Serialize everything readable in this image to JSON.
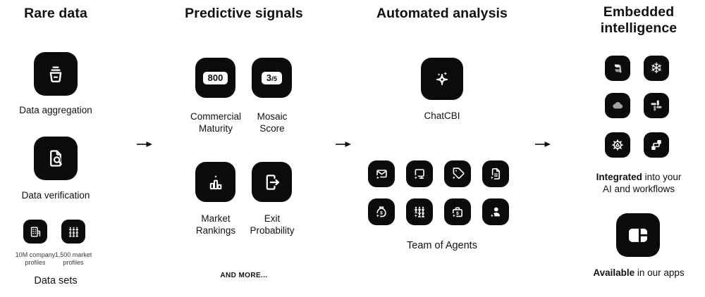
{
  "columns": {
    "rare_data": {
      "title": "Rare data",
      "items": [
        {
          "icon": "data-aggregation-bin-icon",
          "label": "Data aggregation"
        },
        {
          "icon": "data-verification-doc-search-icon",
          "label": "Data verification"
        }
      ],
      "profiles": [
        {
          "icon": "company-building-icon",
          "label": "10M company profiles"
        },
        {
          "icon": "market-people-grid-icon",
          "label": "1,500 market profiles"
        }
      ],
      "datasets_label": "Data sets"
    },
    "predictive_signals": {
      "title": "Predictive signals",
      "signals": [
        {
          "icon": "score-badge",
          "badge_main": "800",
          "badge_sub": "",
          "label": "Commercial Maturity"
        },
        {
          "icon": "score-badge",
          "badge_main": "3",
          "badge_sub": "/5",
          "label": "Mosaic Score"
        },
        {
          "icon": "market-rankings-chart-icon",
          "badge_main": "",
          "badge_sub": "",
          "label": "Market Rankings"
        },
        {
          "icon": "exit-arrow-icon",
          "badge_main": "",
          "badge_sub": "",
          "label": "Exit Probability"
        }
      ],
      "more_label": "AND MORE..."
    },
    "automated_analysis": {
      "title": "Automated analysis",
      "chatcbi": {
        "icon": "sparkles-icon",
        "label": "ChatCBI"
      },
      "agents_label": "Team of Agents",
      "agent_icons": [
        "email-agent-icon",
        "chat-agent-icon",
        "deal-tag-agent-icon",
        "document-agent-icon",
        "money-bag-agent-icon",
        "market-grid-agent-icon",
        "briefcase-agent-icon",
        "person-agent-icon"
      ]
    },
    "embedded_intelligence": {
      "title": "Embedded intelligence",
      "integration_icons": [
        "microsoft-copilot-logo",
        "snowflake-logo",
        "salesforce-logo",
        "slack-logo",
        "gear-automation-logo",
        "workflow-logo"
      ],
      "integrated_text": {
        "bold": "Integrated",
        "rest": " into your",
        "line2": "AI and workflows"
      },
      "apps_icon": "cb-insights-apps-icon",
      "available_text": {
        "bold": "Available",
        "rest": " in our apps"
      }
    }
  },
  "glyphs": {
    "dollar": "$",
    "snowflake": "❄",
    "flow_arrow_icon": "right-arrow"
  }
}
